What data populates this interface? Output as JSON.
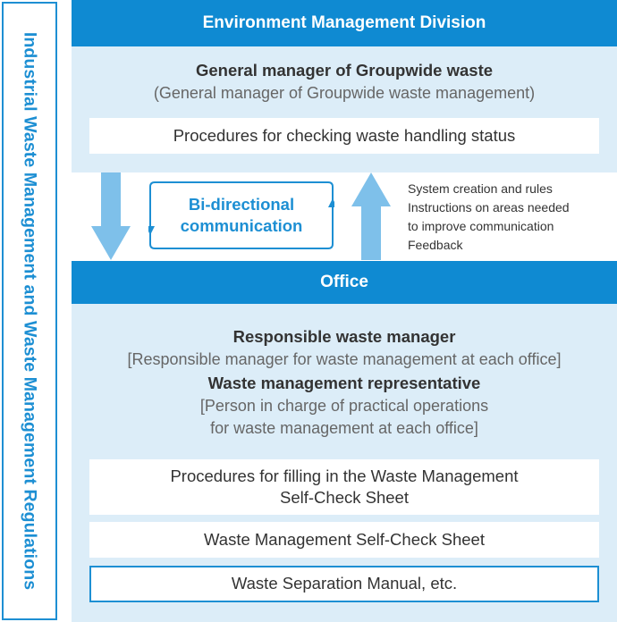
{
  "side_label": "Industrial Waste Management and Waste Management Regulations",
  "division": {
    "header": "Environment Management Division",
    "gm_title": "General manager of Groupwide waste",
    "gm_subtitle": "(General manager of Groupwide waste management)",
    "procedure": "Procedures for checking waste handling status"
  },
  "communication": {
    "label_line1": "Bi-directional",
    "label_line2": "communication",
    "notes": [
      "System creation and rules",
      "Instructions on areas needed",
      "to improve communication",
      "Feedback"
    ]
  },
  "office": {
    "header": "Office",
    "responsible_title": "Responsible waste manager",
    "responsible_desc": "[Responsible manager for waste management at each office]",
    "representative_title": "Waste management representative",
    "representative_desc_line1": "[Person in charge of practical operations",
    "representative_desc_line2": "for waste management at each office]",
    "procedure_line1": "Procedures for filling in the Waste Management",
    "procedure_line2": "Self-Check Sheet",
    "self_check_sheet": "Waste Management Self-Check Sheet",
    "separation_manual": "Waste Separation Manual, etc."
  },
  "colors": {
    "primary": "#0f8ad2",
    "panel": "#dcedf8",
    "arrow": "#7ec0ea",
    "accent": "#1d8fd3"
  }
}
